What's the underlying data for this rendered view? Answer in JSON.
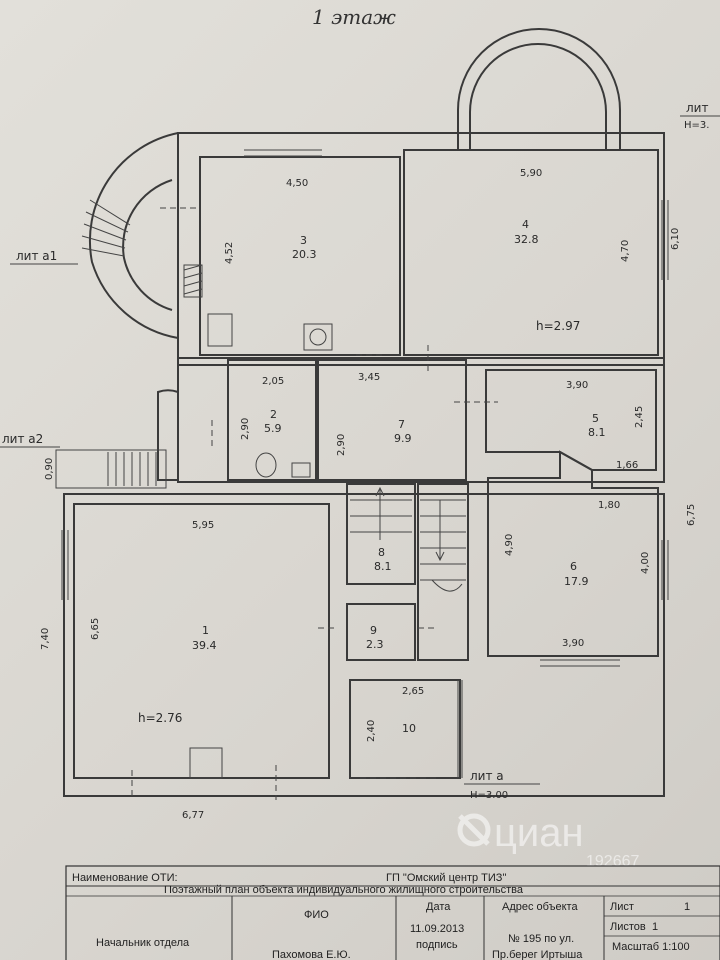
{
  "title": "1 этаж",
  "rooms": [
    {
      "id": "1",
      "area": "39.4",
      "dim_top": "5,95",
      "dim_side": "6,65",
      "height": "h=2.76"
    },
    {
      "id": "2",
      "area": "5.9",
      "dim_top": "2,05",
      "dim_side": "2,90"
    },
    {
      "id": "3",
      "area": "20.3",
      "dim_top": "4,50",
      "dim_side": "4,52"
    },
    {
      "id": "4",
      "area": "32.8",
      "dim_top": "5,90",
      "dim_side": "4,70",
      "height": "h=2.97"
    },
    {
      "id": "5",
      "area": "8.1",
      "dim_top": "3,90",
      "dim_side": "2,45",
      "dim_bottom": "1,66"
    },
    {
      "id": "6",
      "area": "17.9",
      "dim_top": "1,80",
      "dim_left": "4,90",
      "dim_right": "4,00",
      "dim_bottom": "3,90"
    },
    {
      "id": "7",
      "area": "9.9",
      "dim_top": "3,45",
      "dim_side": "2,90"
    },
    {
      "id": "8",
      "area": "8.1"
    },
    {
      "id": "9",
      "area": "2.3"
    },
    {
      "id": "10",
      "area": "",
      "dim_top": "2,65",
      "dim_side": "2,40"
    }
  ],
  "outer_dims": {
    "right_top": "6,10",
    "right_bottom": "6,75",
    "left": "7,40",
    "bottom": "6,77",
    "small_left": "0,90"
  },
  "labels": {
    "lit_a1": "лит a1",
    "lit_a2": "лит a2",
    "lit_a": "лит a",
    "lit_a_h": "H=3.00",
    "lit_top_right": "лит",
    "lit_top_right_h": "H=3."
  },
  "table": {
    "name_label": "Наименование ОТИ:",
    "org": "ГП \"Омский центр ТИЗ\"",
    "plan_title": "Поэтажный план объекта индивидуального жилищного строительства",
    "col_fio": "ФИО",
    "col_date": "Дата",
    "col_address": "Адрес объекта",
    "col_sheet": "Лист",
    "sheet_val": "1",
    "col_sheets": "Листов",
    "sheets_val": "1",
    "role": "Начальник отдела",
    "person": "Пахомова Е.Ю.",
    "date": "11.09.2013",
    "signature": "подпись",
    "address1": "№ 195 по ул.",
    "address2": "Пр.берег Иртыша",
    "scale": "Масштаб 1:100"
  },
  "watermark": {
    "brand": "циан",
    "code": "192667"
  }
}
